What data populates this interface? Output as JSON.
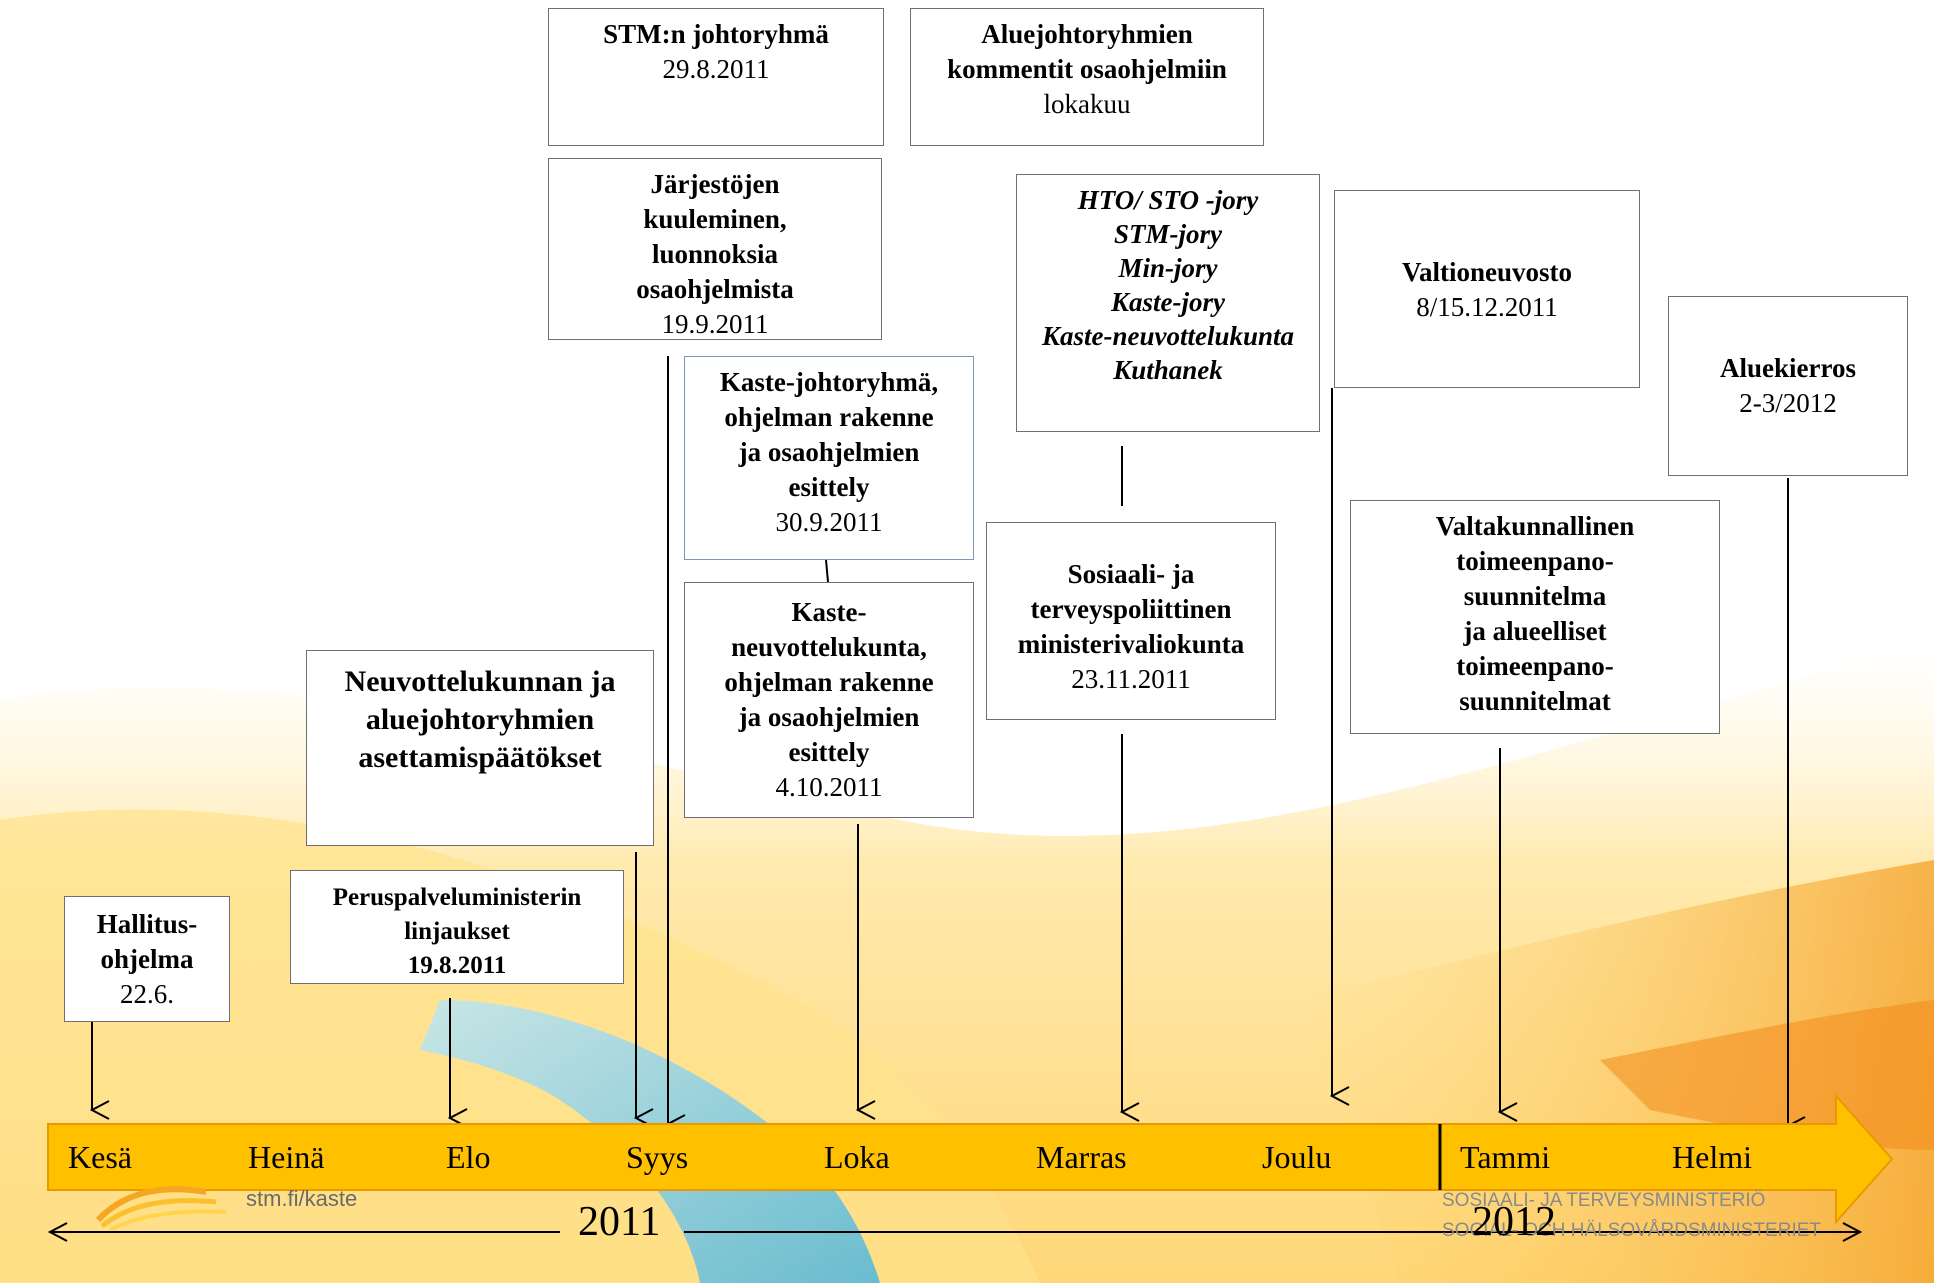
{
  "colors": {
    "arrow_fill": "#ffc000",
    "arrow_stroke": "#e89a00",
    "box_border": "#6f6f6f",
    "bg_yellow": "#ffd25a",
    "bg_blue": "#6ec6e6"
  },
  "boxes": {
    "stm_johtoryhma": {
      "title": "STM:n johtoryhmä",
      "date": "29.8.2011"
    },
    "aluejohtoryhmien_kommentit": {
      "title": "Aluejohtoryhmien\nkommentit osaohjelmiin",
      "date": "lokakuu"
    },
    "jarjestojen_kuuleminen": {
      "title": "Järjestöjen\nkuuleminen,\nluonnoksia\nosaohjelmista",
      "date": "19.9.2011"
    },
    "jory_list": {
      "title": "HTO/ STO -jory\nSTM-jory\nMin-jory\nKaste-jory\nKaste-neuvottelukunta\nKuthanek"
    },
    "valtioneuvosto": {
      "title": "Valtioneuvosto",
      "date": "8/15.12.2011"
    },
    "kaste_johtoryhma": {
      "title": "Kaste-johtoryhmä,\nohjelman rakenne\nja osaohjelmien\nesittely",
      "date": "30.9.2011"
    },
    "aluekierros": {
      "title": "Aluekierros",
      "date": "2-3/2012"
    },
    "valtakunnallinen": {
      "title": "Valtakunnallinen\ntoimeenpano-\nsuunnitelma\nja alueelliset\ntoimeenpano-\nsuunnitelmat"
    },
    "sosiaali_ministerivaliokunta": {
      "title": "Sosiaali- ja\nterveyspoliittinen\nministerivaliokunta",
      "date": "23.11.2011"
    },
    "kaste_neuvottelukunta": {
      "title": "Kaste-\nneuvottelukunta,\nohjelman rakenne\nja osaohjelmien\nesittely",
      "date": "4.10.2011"
    },
    "neuvottelukunnan_asettaminen": {
      "title": "Neuvottelukunnan ja\naluejohtoryhmien\nasettamispäätökset"
    },
    "peruspalveluministerin": {
      "title": "Peruspalveluministerin\nlinjaukset",
      "date": "19.8.2011"
    },
    "hallitusohjelma": {
      "title": "Hallitus-\nohjelma",
      "date": "22.6."
    }
  },
  "timeline": {
    "months": [
      "Kesä",
      "Heinä",
      "Elo",
      "Syys",
      "Loka",
      "Marras",
      "Joulu",
      "Tammi",
      "Helmi"
    ],
    "year_2011": "2011",
    "year_2012": "2012"
  },
  "logos": {
    "website": "stm.fi/kaste",
    "ministry_fi": "SOSIAALI- JA TERVEYSMINISTERIÖ",
    "ministry_sv": "SOCIAL- OCH HÄLSOVÅRDSMINISTERIET"
  }
}
